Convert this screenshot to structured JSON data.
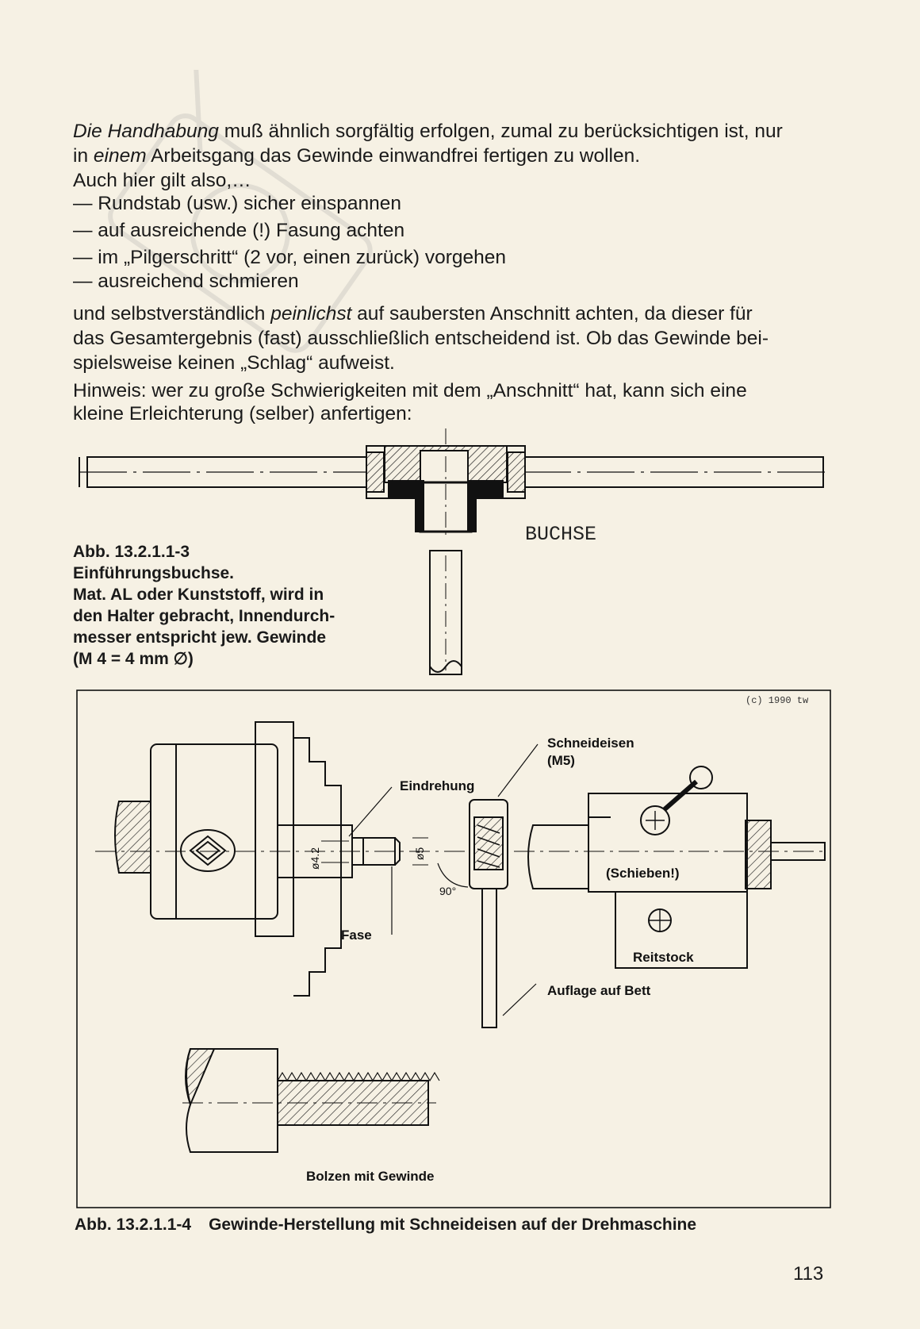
{
  "text": {
    "p1_a_em": "Die Handhabung",
    "p1_b": " muß ähnlich sorgfältig erfolgen, zumal zu berücksichtigen ist, nur",
    "p1_c": "in ",
    "p1_d_em": "einem",
    "p1_e": " Arbeitsgang das Gewinde einwandfrei fertigen zu wollen.",
    "p2": "Auch hier gilt also,…",
    "bullets": [
      "— Rundstab (usw.) sicher einspannen",
      "— auf ausreichende (!) Fasung achten",
      "— im „Pilgerschritt“ (2 vor, einen zurück) vorgehen",
      "— ausreichend schmieren"
    ],
    "p3_a": "und selbstverständlich ",
    "p3_b_em": "peinlichst",
    "p3_c": " auf saubersten Anschnitt achten, da dieser für",
    "p3_d": "das Gesamtergebnis (fast) ausschließlich entscheidend ist. Ob das Gewinde bei-",
    "p3_e": "spielsweise keinen „Schlag“ aufweist.",
    "p4_a": "Hinweis: wer zu große Schwierigkeiten mit dem „Anschnitt“ hat, kann sich eine",
    "p4_b": "kleine Erleichterung (selber) anfertigen:"
  },
  "figure1": {
    "label": "BUCHSE",
    "caption": [
      "Abb. 13.2.1.1-3",
      "Einführungsbuchse.",
      "Mat. AL oder Kunststoff, wird in",
      "den Halter gebracht, Innendurch-",
      "messer entspricht jew. Gewinde",
      "(M 4 = 4 mm ∅)"
    ]
  },
  "figure2": {
    "copyright": "(c) 1990  tw",
    "labels": {
      "schneideisen": "Schneideisen",
      "m5": "(M5)",
      "eindrehung": "Eindrehung",
      "fase": "Fase",
      "d42": "ø4.2",
      "d5": "ø5",
      "angle": "90°",
      "schieben": "(Schieben!)",
      "reitstock": "Reitstock",
      "auflage": "Auflage auf Bett",
      "bolzen": "Bolzen mit Gewinde"
    },
    "caption_num": "Abb. 13.2.1.1-4",
    "caption_text": "Gewinde-Herstellung mit Schneideisen auf der Drehmaschine"
  },
  "page_number": "113"
}
